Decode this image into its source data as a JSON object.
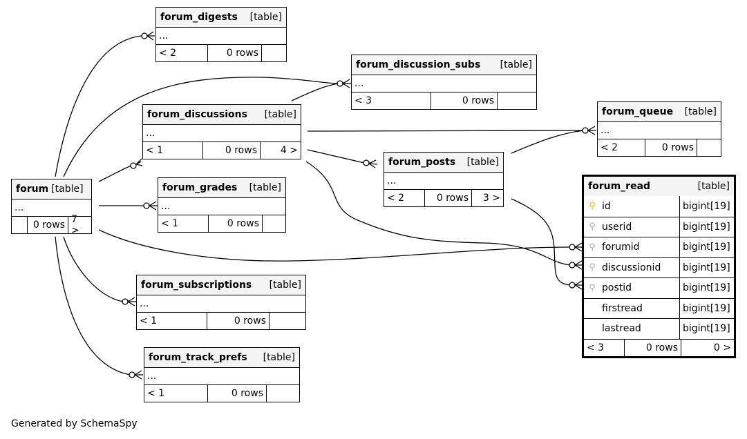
{
  "tables": {
    "forum": {
      "name": "forum",
      "kind": "[table]",
      "dots": "...",
      "parents": "",
      "rows": "0 rows",
      "children": "7 >"
    },
    "forum_digests": {
      "name": "forum_digests",
      "kind": "[table]",
      "dots": "...",
      "parents": "< 2",
      "rows": "0 rows",
      "children": ""
    },
    "forum_discussion_subs": {
      "name": "forum_discussion_subs",
      "kind": "[table]",
      "dots": "...",
      "parents": "< 3",
      "rows": "0 rows",
      "children": ""
    },
    "forum_discussions": {
      "name": "forum_discussions",
      "kind": "[table]",
      "dots": "...",
      "parents": "< 1",
      "rows": "0 rows",
      "children": "4 >"
    },
    "forum_queue": {
      "name": "forum_queue",
      "kind": "[table]",
      "dots": "...",
      "parents": "< 2",
      "rows": "0 rows",
      "children": ""
    },
    "forum_posts": {
      "name": "forum_posts",
      "kind": "[table]",
      "dots": "...",
      "parents": "< 2",
      "rows": "0 rows",
      "children": "3 >"
    },
    "forum_grades": {
      "name": "forum_grades",
      "kind": "[table]",
      "dots": "...",
      "parents": "< 1",
      "rows": "0 rows",
      "children": ""
    },
    "forum_subscriptions": {
      "name": "forum_subscriptions",
      "kind": "[table]",
      "dots": "...",
      "parents": "< 1",
      "rows": "0 rows",
      "children": ""
    },
    "forum_track_prefs": {
      "name": "forum_track_prefs",
      "kind": "[table]",
      "dots": "...",
      "parents": "< 1",
      "rows": "0 rows",
      "children": ""
    },
    "forum_read": {
      "name": "forum_read",
      "kind": "[table]",
      "columns": [
        {
          "name": "id",
          "type": "bigint[19]",
          "key": "pk"
        },
        {
          "name": "userid",
          "type": "bigint[19]",
          "key": "fk"
        },
        {
          "name": "forumid",
          "type": "bigint[19]",
          "key": "fk"
        },
        {
          "name": "discussionid",
          "type": "bigint[19]",
          "key": "fk"
        },
        {
          "name": "postid",
          "type": "bigint[19]",
          "key": "fk"
        },
        {
          "name": "firstread",
          "type": "bigint[19]",
          "key": ""
        },
        {
          "name": "lastread",
          "type": "bigint[19]",
          "key": ""
        }
      ],
      "parents": "< 3",
      "rows": "0 rows",
      "children": "0 >"
    }
  },
  "footer": "Generated by SchemaSpy",
  "edge_color": "#000000"
}
